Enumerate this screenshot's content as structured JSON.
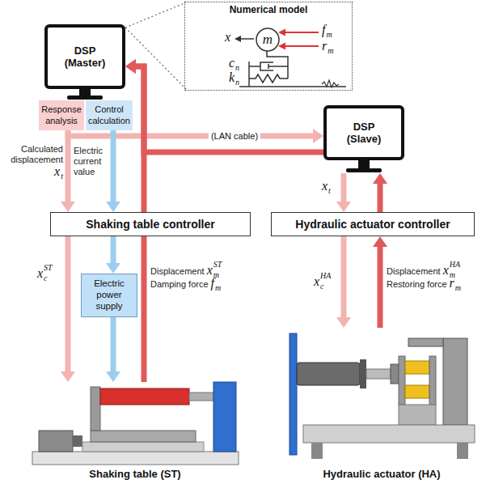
{
  "diagram": {
    "nodes": [
      {
        "text": [
          "Numerical model"
        ]
      },
      {
        "text": [
          "m"
        ],
        "in": 0
      },
      {
        "text": [
          "DSP (Master)"
        ]
      },
      {
        "text": [
          "Response analysis"
        ]
      },
      {
        "text": [
          "Control calculation"
        ]
      },
      {
        "text": [
          "DSP (Slave)"
        ]
      },
      {
        "text": [
          "Shaking table controller"
        ]
      },
      {
        "text": [
          "Hydraulic actuator controller"
        ]
      },
      {
        "text": [
          "Electric power supply"
        ]
      },
      {
        "text": [
          "Shaking table (ST)"
        ]
      },
      {
        "text": [
          "Hydraulic actuator (HA)"
        ]
      }
    ],
    "edges": [
      {
        "from": 2,
        "to": 0,
        "arrow": "none"
      },
      {
        "from": 3,
        "to": 6,
        "arrow": "to"
      },
      {
        "from": 3,
        "to": 5,
        "arrow": "to",
        "label": "(LAN cable)"
      },
      {
        "from": 4,
        "to": 6,
        "arrow": "to"
      },
      {
        "from": 6,
        "to": 8,
        "arrow": "to"
      },
      {
        "from": 8,
        "to": 9,
        "arrow": "to"
      },
      {
        "from": 6,
        "to": 9,
        "arrow": "to"
      },
      {
        "from": 9,
        "to": 2,
        "arrow": "to"
      },
      {
        "from": 5,
        "to": 2,
        "arrow": "to"
      },
      {
        "from": 5,
        "to": 7,
        "arrow": "to"
      },
      {
        "from": 7,
        "to": 5,
        "arrow": "to"
      },
      {
        "from": 7,
        "to": 10,
        "arrow": "to"
      },
      {
        "from": 10,
        "to": 7,
        "arrow": "to"
      }
    ],
    "labels": [
      "x",
      "f",
      "m",
      "r",
      "m",
      "c",
      "n",
      "k",
      "n",
      "Calculated displacement",
      "x",
      "t",
      "Electric current value",
      "x",
      "t",
      "x",
      "c",
      "ST",
      "Displacement",
      "x",
      "m",
      "ST",
      "Damping force",
      "f",
      "m",
      "x",
      "c",
      "HA",
      "Displacement",
      "x",
      "m",
      "HA",
      "Restoring force",
      "r",
      "m"
    ]
  }
}
